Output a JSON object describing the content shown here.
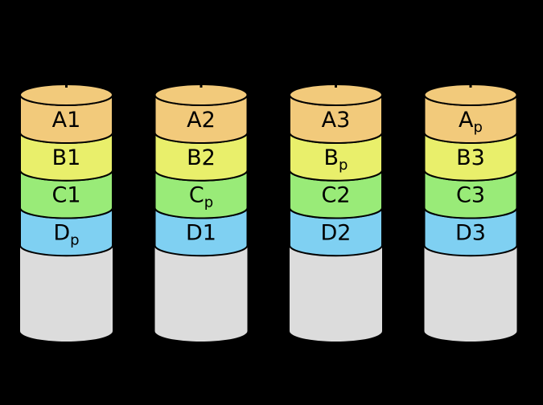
{
  "background": "#000000",
  "outline_color": "#000000",
  "label_color": "#000000",
  "colors": {
    "stripe_a": "#F2CA7B",
    "stripe_b": "#E9EF6B",
    "stripe_c": "#99EB78",
    "stripe_d": "#7FD0F2",
    "disk_body": "#DCDCDC"
  },
  "disks": [
    {
      "id": "disk-0",
      "blocks": [
        {
          "row": "A",
          "main": "A1",
          "sub": ""
        },
        {
          "row": "B",
          "main": "B1",
          "sub": ""
        },
        {
          "row": "C",
          "main": "C1",
          "sub": ""
        },
        {
          "row": "D",
          "main": "D",
          "sub": "p"
        }
      ]
    },
    {
      "id": "disk-1",
      "blocks": [
        {
          "row": "A",
          "main": "A2",
          "sub": ""
        },
        {
          "row": "B",
          "main": "B2",
          "sub": ""
        },
        {
          "row": "C",
          "main": "C",
          "sub": "p"
        },
        {
          "row": "D",
          "main": "D1",
          "sub": ""
        }
      ]
    },
    {
      "id": "disk-2",
      "blocks": [
        {
          "row": "A",
          "main": "A3",
          "sub": ""
        },
        {
          "row": "B",
          "main": "B",
          "sub": "p"
        },
        {
          "row": "C",
          "main": "C2",
          "sub": ""
        },
        {
          "row": "D",
          "main": "D2",
          "sub": ""
        }
      ]
    },
    {
      "id": "disk-3",
      "blocks": [
        {
          "row": "A",
          "main": "A",
          "sub": "p"
        },
        {
          "row": "B",
          "main": "B3",
          "sub": ""
        },
        {
          "row": "C",
          "main": "C3",
          "sub": ""
        },
        {
          "row": "D",
          "main": "D3",
          "sub": ""
        }
      ]
    }
  ]
}
